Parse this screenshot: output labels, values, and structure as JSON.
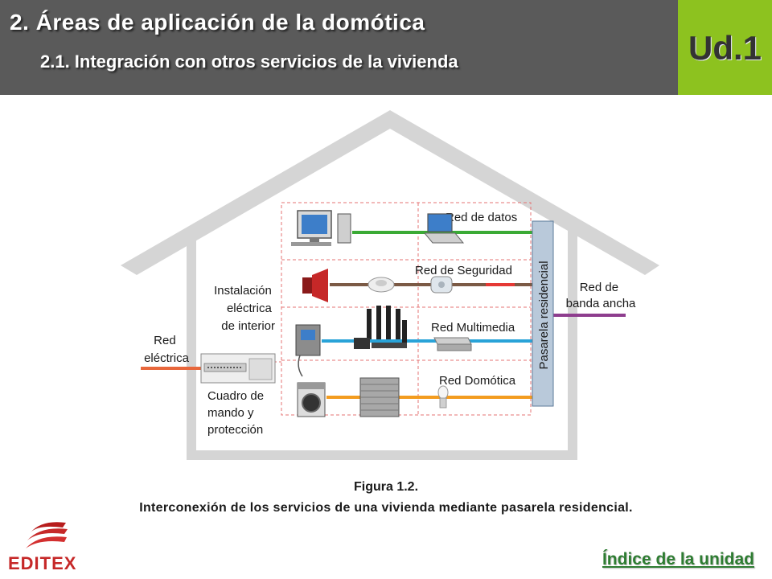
{
  "header": {
    "title": "2. Áreas de aplicación de la domótica",
    "subtitle": "2.1. Integración con otros servicios de la vivienda",
    "unit": "Ud.1"
  },
  "diagram": {
    "gateway_label": "Pasarela residencial",
    "networks": {
      "data": "Red de datos",
      "security": "Red de Seguridad",
      "multimedia": "Red Multimedia",
      "domotics": "Red Domótica"
    },
    "broadband": [
      "Red de",
      "banda ancha"
    ],
    "installation": [
      "Instalación",
      "eléctrica",
      "de interior"
    ],
    "electric": [
      "Red",
      "eléctrica"
    ],
    "panel": [
      "Cuadro de",
      "mando y",
      "protección"
    ],
    "colors": {
      "data": "#3aaa35",
      "security": "#7b5a45",
      "security_accent": "#e53935",
      "multimedia": "#29a3d8",
      "domotics": "#f39c1f",
      "broadband": "#8e3d8e",
      "electric": "#e8673c",
      "gateway": "#b9c9da",
      "house": "#d5d5d5"
    }
  },
  "caption": {
    "label": "Figura 1.2.",
    "text": "Interconexión de los servicios de una vivienda mediante pasarela residencial."
  },
  "footer": {
    "logo_text": "EDITEX",
    "index_link": "Índice de la unidad"
  }
}
